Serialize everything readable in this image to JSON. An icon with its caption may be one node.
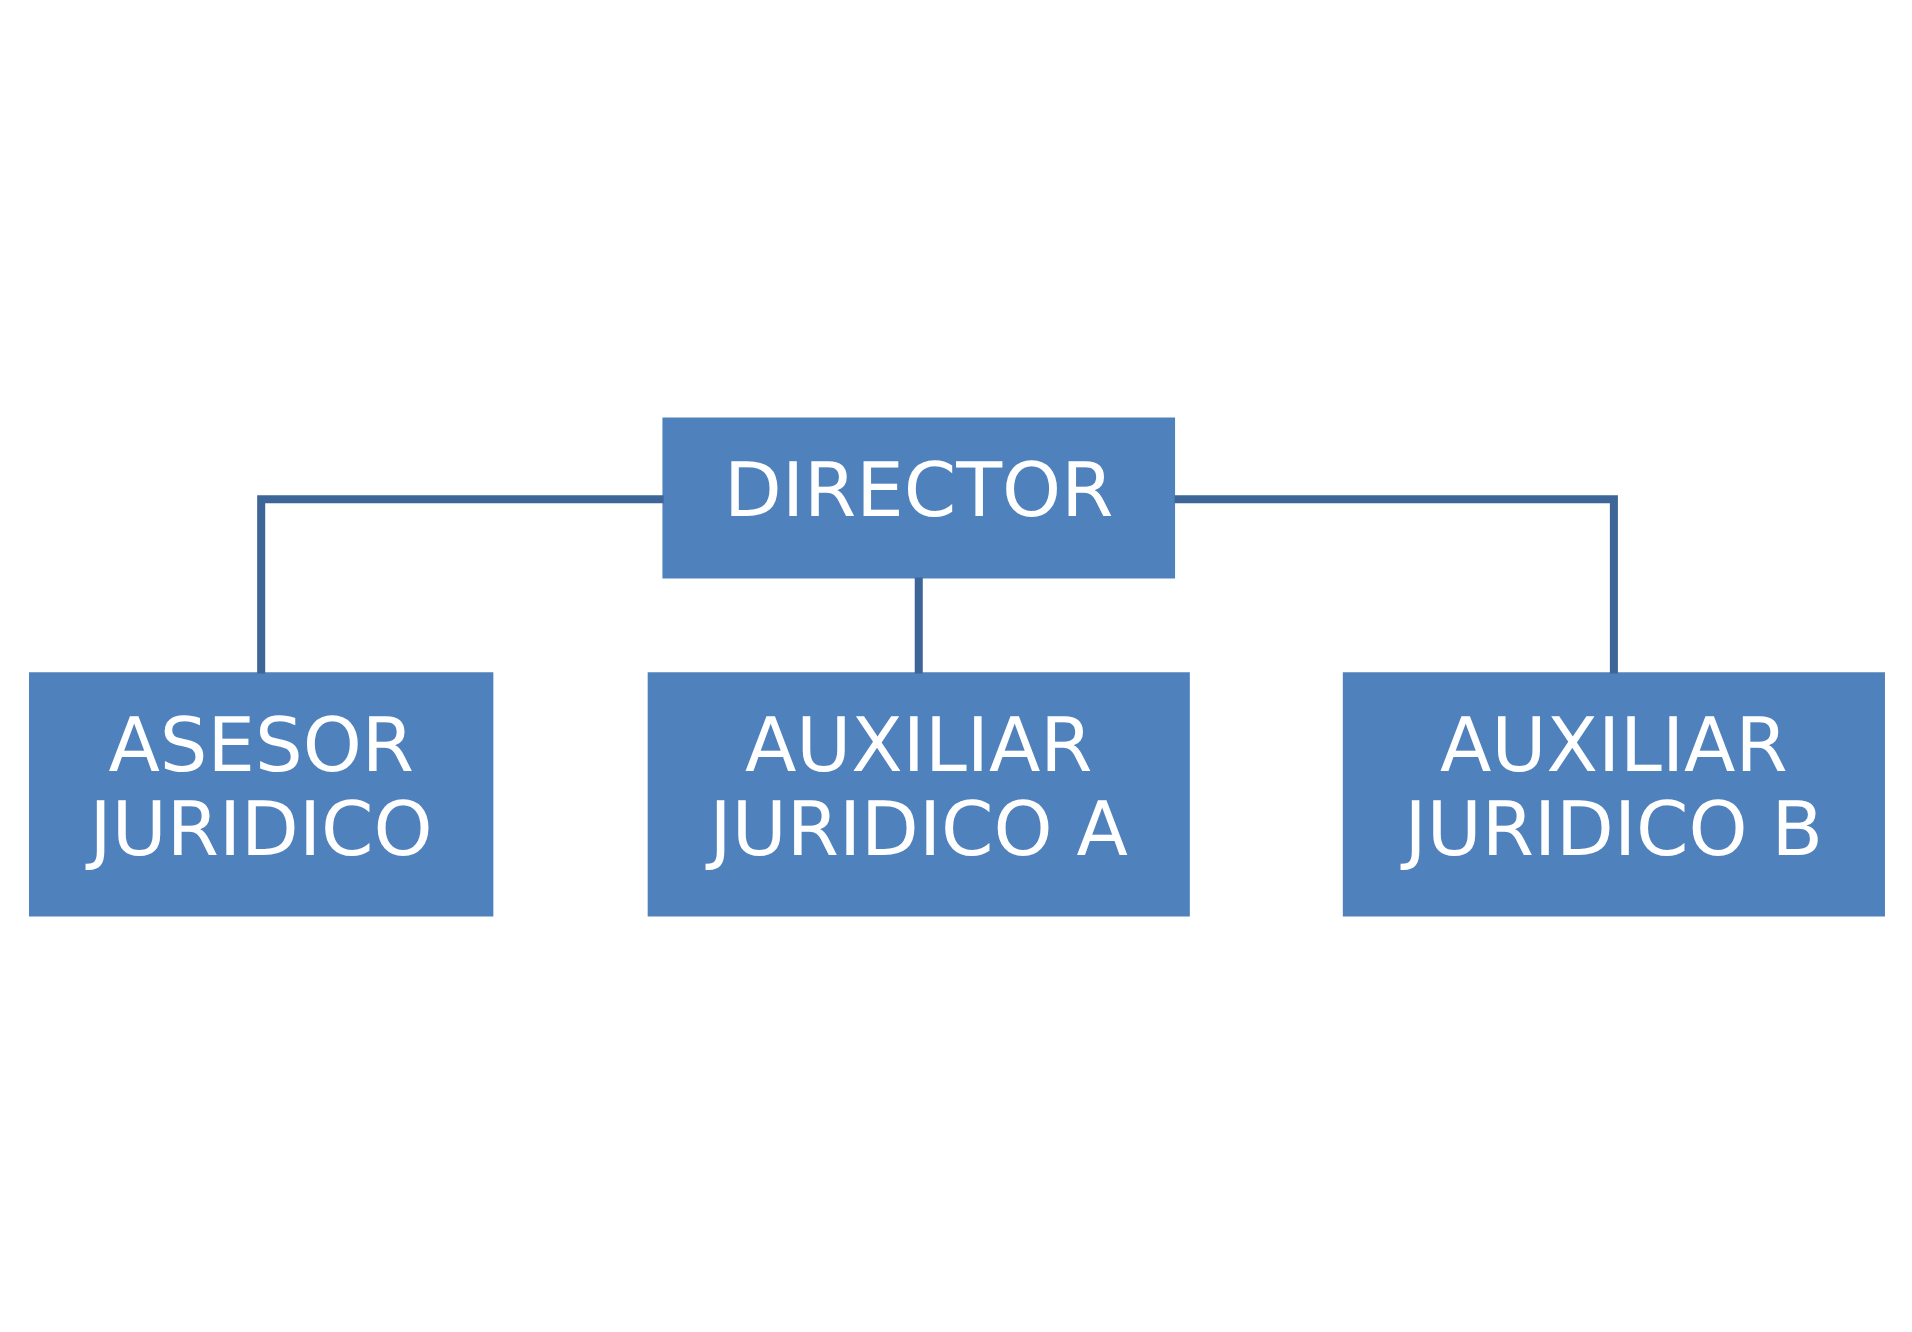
{
  "diagram": {
    "nodes": [
      {
        "text": [
          "DIRECTOR"
        ]
      },
      {
        "text": [
          "ASESOR JURIDICO"
        ]
      },
      {
        "text": [
          "AUXILIAR JURIDICO A"
        ]
      },
      {
        "text": [
          "AUXILIAR JURIDICO B"
        ]
      }
    ],
    "edges": [
      {
        "from": 0,
        "to": 1,
        "arrow": "none"
      },
      {
        "from": 0,
        "to": 2,
        "arrow": "none"
      },
      {
        "from": 0,
        "to": 3,
        "arrow": "none"
      }
    ]
  }
}
